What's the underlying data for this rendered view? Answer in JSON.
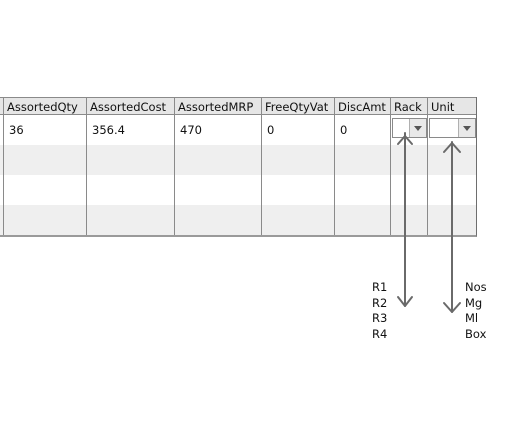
{
  "table": {
    "columns": [
      "AssortedQty",
      "AssortedCost",
      "AssortedMRP",
      "FreeQtyVat",
      "DiscAmt",
      "Rack",
      "Unit"
    ],
    "rows": [
      {
        "AssortedQty": "36",
        "AssortedCost": "356.4",
        "AssortedMRP": "470",
        "FreeQtyVat": "0",
        "DiscAmt": "0",
        "Rack": "",
        "Unit": ""
      },
      {
        "AssortedQty": "",
        "AssortedCost": "",
        "AssortedMRP": "",
        "FreeQtyVat": "",
        "DiscAmt": "",
        "Rack": "",
        "Unit": ""
      },
      {
        "AssortedQty": "",
        "AssortedCost": "",
        "AssortedMRP": "",
        "FreeQtyVat": "",
        "DiscAmt": "",
        "Rack": "",
        "Unit": ""
      },
      {
        "AssortedQty": "",
        "AssortedCost": "",
        "AssortedMRP": "",
        "FreeQtyVat": "",
        "DiscAmt": "",
        "Rack": "",
        "Unit": ""
      }
    ]
  },
  "rack_options": [
    "R1",
    "R2",
    "R3",
    "R4"
  ],
  "unit_options": [
    "Nos",
    "Mg",
    "Ml",
    "Box"
  ],
  "colors": {
    "header_bg": "#e6e6e6",
    "alt_row_bg": "#efefef",
    "grid_line": "#8a8a8a",
    "arrow": "#6a6a6a"
  }
}
